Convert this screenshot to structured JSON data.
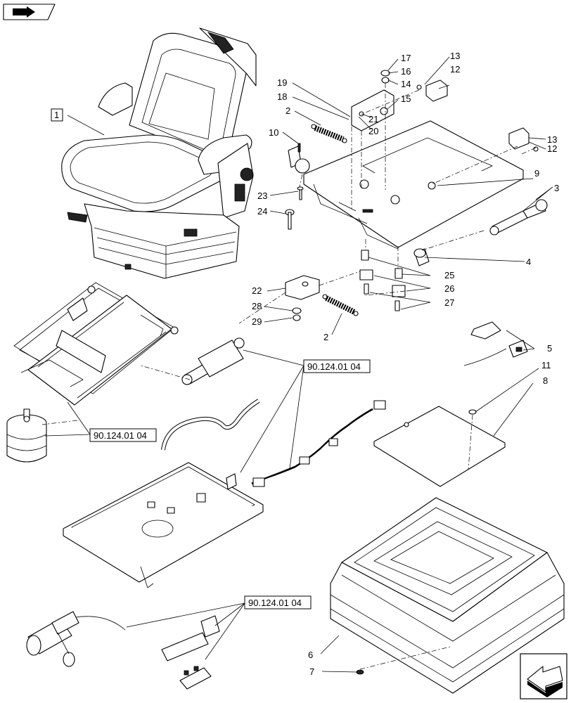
{
  "diagram": {
    "ref_code": "90.124.01 04",
    "callouts": {
      "c1": "1",
      "c2a": "2",
      "c2b": "2",
      "c3": "3",
      "c4": "4",
      "c5": "5",
      "c6": "6",
      "c7": "7",
      "c8": "8",
      "c9": "9",
      "c10": "10",
      "c11": "11",
      "c12a": "12",
      "c12b": "12",
      "c13a": "13",
      "c13b": "13",
      "c14": "14",
      "c15": "15",
      "c16": "16",
      "c17": "17",
      "c18": "18",
      "c19": "19",
      "c20": "20",
      "c21": "21",
      "c22": "22",
      "c23": "23",
      "c24": "24",
      "c25": "25",
      "c26": "26",
      "c27": "27",
      "c28": "28",
      "c29": "29"
    },
    "icons": {
      "corner": "book-arrow-icon",
      "navigation": "page-back-arrow-icon"
    }
  }
}
